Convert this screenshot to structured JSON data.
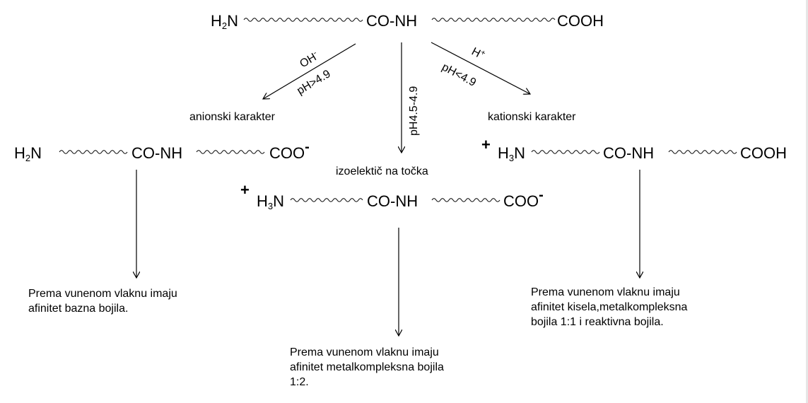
{
  "top_chain": {
    "h": "H",
    "h_sub": "2",
    "n": "N",
    "amide": "CO-NH",
    "end": "COOH"
  },
  "reactions": {
    "left_reagent": "OH",
    "left_reagent_sup": "-",
    "left_condition": "pH>4.9",
    "middle_condition": "pH4.5-4.9",
    "right_reagent": "H",
    "right_reagent_sup": "+",
    "right_condition": "pH<4.9"
  },
  "states": {
    "anionic": "anionski karakter",
    "isoelectric": "izoelektič na točka",
    "cationic": "kationski karakter"
  },
  "anionic_chain": {
    "h": "H",
    "h_sub": "2",
    "n": "N",
    "amide": "CO-NH",
    "end": "COO",
    "end_sup": "-"
  },
  "zwitterion_chain": {
    "charge": "+",
    "h": "H",
    "h_sub": "3",
    "n": "N",
    "amide": "CO-NH",
    "end": "COO",
    "end_sup": "-"
  },
  "cationic_chain": {
    "charge": "+",
    "h": "H",
    "h_sub": "3",
    "n": "N",
    "amide": "CO-NH",
    "end": "COOH"
  },
  "notes": {
    "left": [
      "Prema vunenom vlaknu imaju",
      "afinitet bazna bojila."
    ],
    "middle": [
      "Prema vunenom vlaknu imaju",
      "afinitet metalkompleksna bojila",
      "1:2."
    ],
    "right": [
      "Prema vunenom vlaknu imaju",
      "afinitet kisela,metalkompleksna",
      "bojila 1:1 i reaktivna bojila."
    ]
  }
}
